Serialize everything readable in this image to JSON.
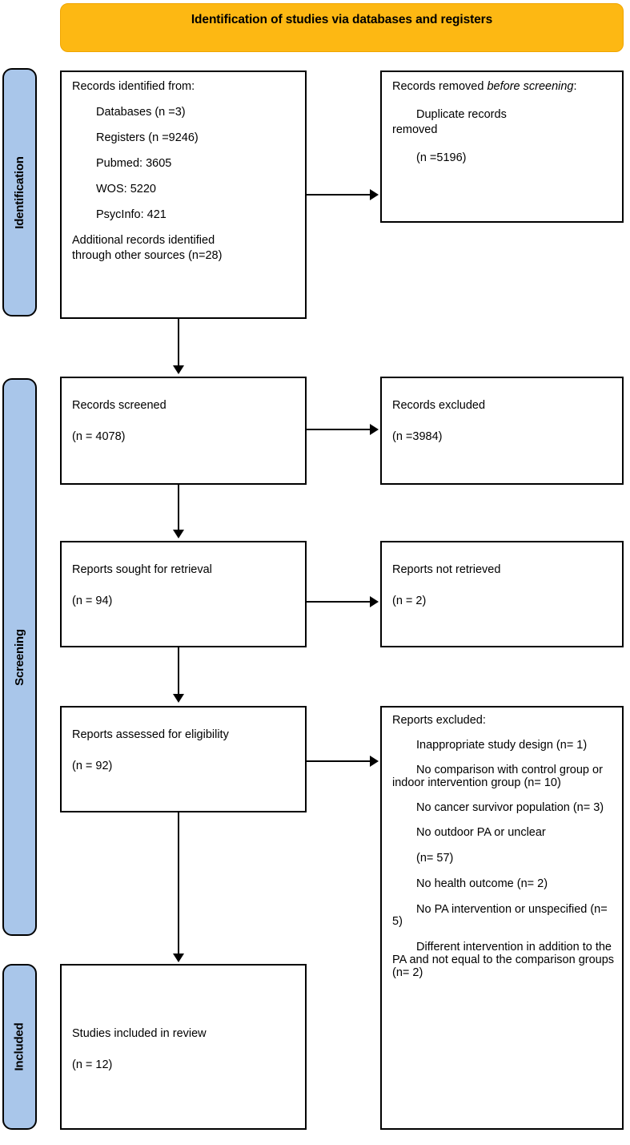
{
  "colors": {
    "banner": "#FDB813",
    "stage_pill": "#A9C6EA",
    "border": "#000000",
    "background": "#FFFFFF"
  },
  "banner": {
    "title": "Identification of studies via databases and registers"
  },
  "stages": [
    {
      "label": "Identification"
    },
    {
      "label": "Screening"
    },
    {
      "label": "Included"
    }
  ],
  "boxes": {
    "records_identified": {
      "heading": "Records identified from:",
      "lines": [
        "Databases (n =3)",
        "Registers (n =9246)",
        "Pubmed: 3605",
        "WOS: 5220",
        "PsycInfo: 421"
      ],
      "footer_line1": "Additional records identified",
      "footer_line2": "through other sources (n=28)"
    },
    "records_removed": {
      "heading_part1": "Records removed ",
      "heading_italic": "before screening",
      "heading_part2": ":",
      "detail_line1": "Duplicate records",
      "detail_line2": "removed",
      "count": "(n =5196)"
    },
    "records_screened": {
      "label": "Records screened",
      "count": "(n = 4078)"
    },
    "records_excluded": {
      "label": "Records excluded",
      "count": "(n =3984)"
    },
    "reports_sought": {
      "label": "Reports sought for retrieval",
      "count": "(n = 94)"
    },
    "reports_not_retrieved": {
      "label": "Reports not retrieved",
      "count": "(n = 2)"
    },
    "reports_assessed": {
      "label": "Reports assessed for eligibility",
      "count": "(n = 92)"
    },
    "reports_excluded": {
      "heading": "Reports excluded:",
      "reasons": [
        "Inappropriate study design (n= 1)",
        "No comparison with control group or indoor intervention group (n= 10)",
        "No cancer survivor population (n= 3)",
        "No outdoor PA or unclear",
        "(n= 57)",
        "No health outcome (n= 2)",
        "No PA intervention or unspecified (n= 5)",
        "Different intervention in addition to the PA and not equal to the comparison groups (n= 2)"
      ]
    },
    "studies_included": {
      "label": "Studies included in review",
      "count": "(n = 12)"
    }
  }
}
